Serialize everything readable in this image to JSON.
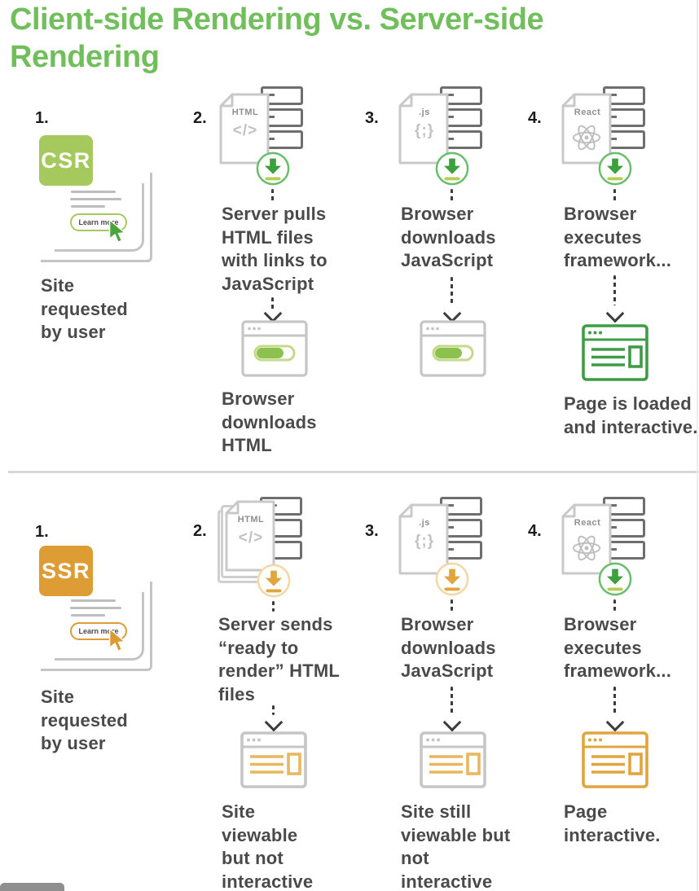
{
  "title": "Client-side Rendering vs. Server-side Rendering",
  "csr": {
    "badge": "CSR",
    "step1": {
      "num": "1.",
      "button_label": "Learn more",
      "caption": "Site requested by user"
    },
    "step2": {
      "num": "2.",
      "file_label": "HTML",
      "file_symbol": "</>",
      "caption": "Server pulls HTML files with links to JavaScript",
      "result": "Browser downloads HTML"
    },
    "step3": {
      "num": "3.",
      "file_label": ".js",
      "file_symbol": "{;}",
      "caption": "Browser downloads JavaScript"
    },
    "step4": {
      "num": "4.",
      "file_label": "React",
      "caption": "Browser executes framework...",
      "result": "Page is loaded and interactive."
    }
  },
  "ssr": {
    "badge": "SSR",
    "step1": {
      "num": "1.",
      "button_label": "Learn more",
      "caption": "Site requested by user"
    },
    "step2": {
      "num": "2.",
      "file_label": "HTML",
      "file_symbol": "</>",
      "caption": "Server sends “ready to render” HTML files",
      "result": "Site viewable but not interactive"
    },
    "step3": {
      "num": "3.",
      "file_label": ".js",
      "file_symbol": "{;}",
      "caption": "Browser downloads JavaScript",
      "result": "Site still viewable but not interactive"
    },
    "step4": {
      "num": "4.",
      "file_label": "React",
      "caption": "Browser executes framework...",
      "result": "Page interactive."
    }
  },
  "icons": {
    "download-icon": "circle-arrow-down",
    "server-stack-icon": "stacked-rectangles",
    "file-icon": "document-folded-corner",
    "react-atom-icon": "atom",
    "cursor-icon": "mouse-pointer",
    "browser-loading-icon": "window-progress-bar",
    "browser-page-icon": "window-content-lines",
    "connector": "vertical-dashed-arrow"
  },
  "colors": {
    "title_green": "#71bf5c",
    "csr_badge_green": "#a6c95e",
    "ssr_badge_orange": "#dd9c34",
    "download_green": "#3ba03d",
    "download_orange": "#e2a43c",
    "interactive_green": "#3f9b45",
    "interactive_orange": "#e2a43c",
    "progress_green": "#8cc04f",
    "server_gray": "#6e6e6e",
    "text_dark": "#4a4a4a"
  }
}
